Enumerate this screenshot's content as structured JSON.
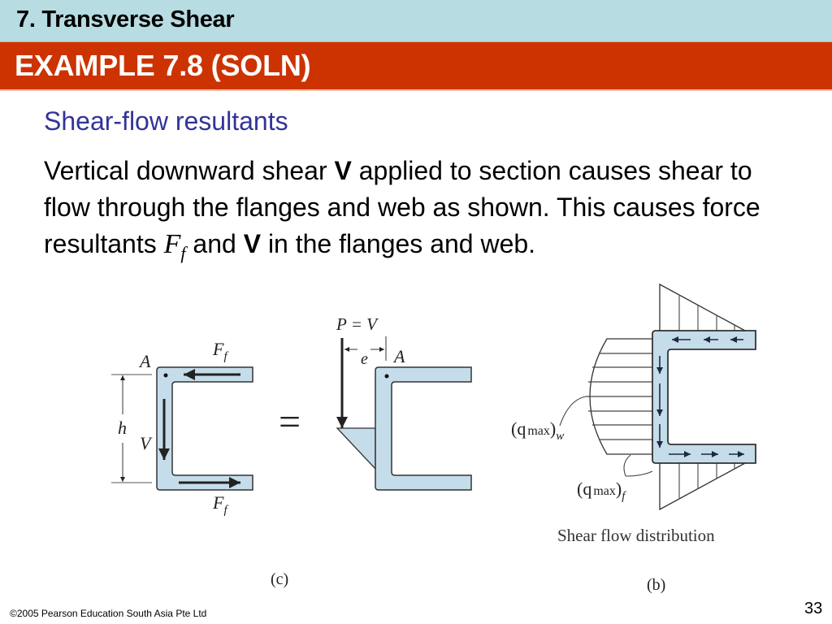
{
  "header": {
    "section_title": "7. Transverse Shear",
    "slide_title": "EXAMPLE 7.8 (SOLN)",
    "colors": {
      "top_band": "#b7dce1",
      "title_band": "#cc3300",
      "subheading": "#333399"
    }
  },
  "content": {
    "subheading": "Shear-flow resultants",
    "paragraph": {
      "part1": "Vertical downward shear ",
      "bold1": "V",
      "part2": " applied to section causes shear to flow through the flanges and web as shown. This causes force resultants ",
      "math_main": "F",
      "math_sub": "f",
      "part3": " and ",
      "bold2": "V",
      "part4": " in the flanges and web."
    }
  },
  "figures": {
    "figure_c": {
      "caption": "(c)",
      "left": {
        "label_A": "A",
        "label_Ff_top": "F",
        "label_Ff_top_sub": "f",
        "label_Ff_bottom": "F",
        "label_Ff_bottom_sub": "f",
        "label_h": "h",
        "label_V": "V"
      },
      "equals": "=",
      "right": {
        "label_P": "P = V",
        "label_e": "e",
        "label_A": "A"
      }
    },
    "figure_b": {
      "caption": "(b)",
      "title": "Shear flow distribution",
      "label_qw": "(q",
      "label_qw_max": "max",
      "label_qw_close": ")",
      "label_qw_sub": "w",
      "label_qf": "(q",
      "label_qf_max": "max",
      "label_qf_close": ")",
      "label_qf_sub": "f"
    },
    "colors": {
      "channel_fill": "#c5dcea",
      "outline": "#333333"
    }
  },
  "footer": {
    "copyright": "©2005 Pearson Education South Asia Pte Ltd",
    "page_number": "33"
  }
}
